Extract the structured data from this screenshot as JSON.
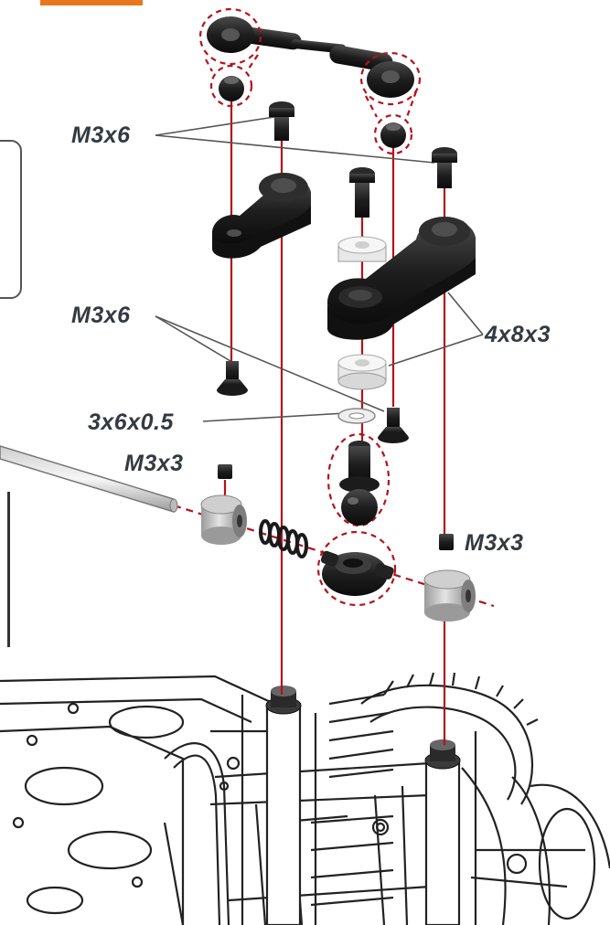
{
  "labels": {
    "m3x6_top": "M3x6",
    "m3x6_bottom": "M3x6",
    "washer_4x8x3": "4x8x3",
    "shim_3x6x05": "3x6x0.5",
    "m3x3_left": "M3x3",
    "m3x3_right": "M3x3"
  },
  "colors": {
    "accent": "#e8781e",
    "guide_line": "#b5121b",
    "part_black": "#1e1e1e",
    "label_text": "#333a40"
  }
}
